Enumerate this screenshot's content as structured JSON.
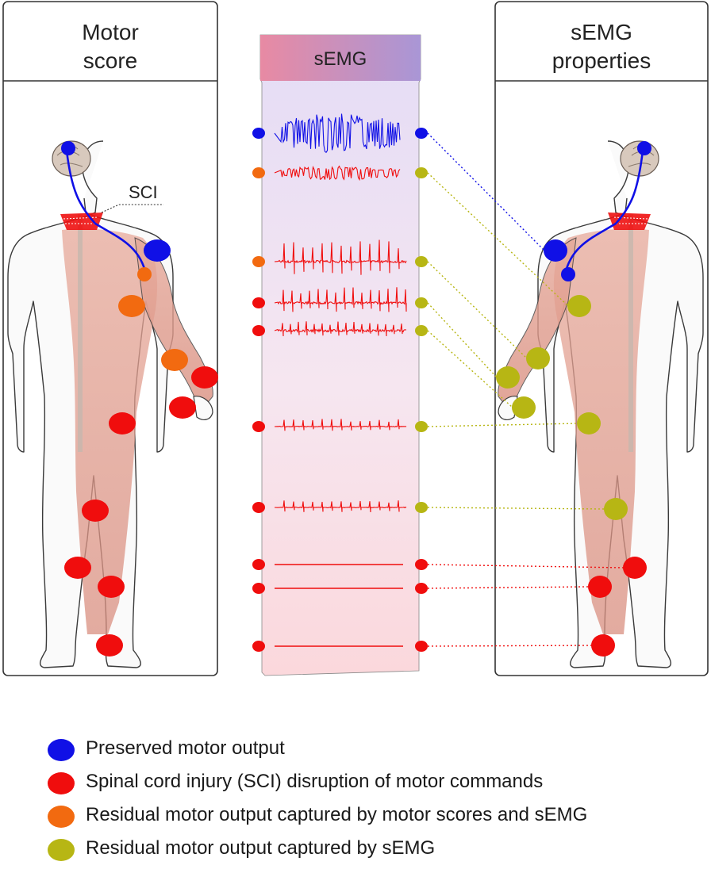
{
  "left_panel": {
    "title_line1": "Motor",
    "title_line2": "score",
    "sci_label": "SCI"
  },
  "center_panel": {
    "title": "sEMG"
  },
  "right_panel": {
    "title_line1": "sEMG",
    "title_line2": "properties"
  },
  "colors": {
    "preserved": "#1010e6",
    "sci_disruption": "#f00d0d",
    "residual_motor_score_semg": "#f26a10",
    "residual_semg": "#b7b614",
    "panel_border": "#333333"
  },
  "legend": [
    {
      "label": "Preserved motor output",
      "color": "#1010e6"
    },
    {
      "label": "Spinal cord injury (SCI) disruption of motor commands",
      "color": "#f00d0d"
    },
    {
      "label": "Residual motor output captured by motor scores and sEMG",
      "color": "#f26a10"
    },
    {
      "label": "Residual motor output captured by sEMG",
      "color": "#b7b614"
    }
  ],
  "channels": [
    {
      "signal": "preserved",
      "left_dot": "preserved",
      "right_dot": "preserved"
    },
    {
      "signal": "residual_dense",
      "left_dot": "residual_motor_score_semg",
      "right_dot": "residual_semg"
    },
    {
      "signal": "spiky_large",
      "left_dot": "residual_motor_score_semg",
      "right_dot": "residual_semg"
    },
    {
      "signal": "spiky_medium",
      "left_dot": "sci_disruption",
      "right_dot": "residual_semg"
    },
    {
      "signal": "spiky_small",
      "left_dot": "sci_disruption",
      "right_dot": "residual_semg"
    },
    {
      "signal": "sparse",
      "left_dot": "sci_disruption",
      "right_dot": "residual_semg"
    },
    {
      "signal": "sparse",
      "left_dot": "sci_disruption",
      "right_dot": "residual_semg"
    },
    {
      "signal": "flat",
      "left_dot": "sci_disruption",
      "right_dot": "sci_disruption"
    },
    {
      "signal": "flat",
      "left_dot": "sci_disruption",
      "right_dot": "sci_disruption"
    },
    {
      "signal": "flat",
      "left_dot": "sci_disruption",
      "right_dot": "sci_disruption"
    }
  ]
}
